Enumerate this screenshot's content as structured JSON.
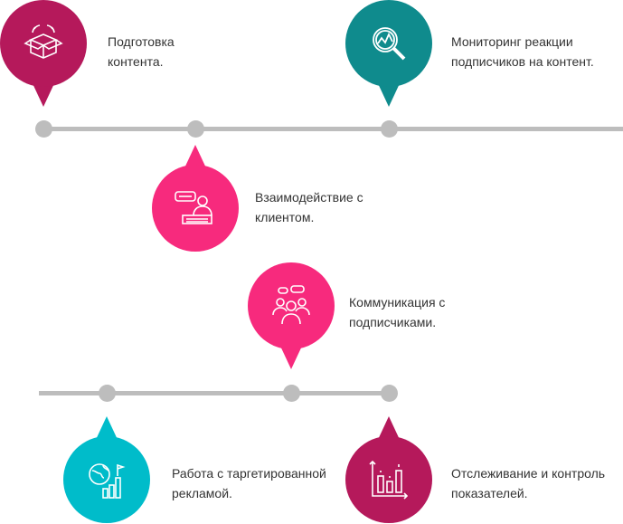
{
  "colors": {
    "magenta": "#b5195b",
    "teal": "#0f8b8d",
    "pink": "#f72a7d",
    "cyan": "#00bcca",
    "line": "#bdbdbd"
  },
  "steps": [
    {
      "text_line1": "Подготовка",
      "text_line2": "контента.",
      "icon": "open-box-icon"
    },
    {
      "text_line1": "Мониторинг реакции",
      "text_line2": "подписчиков на контент.",
      "icon": "magnifier-chart-icon"
    },
    {
      "text_line1": "Взаимодействие с",
      "text_line2": "клиентом.",
      "icon": "support-operator-icon"
    },
    {
      "text_line1": "Коммуникация с",
      "text_line2": "подписчиками.",
      "icon": "group-chat-icon"
    },
    {
      "text_line1": "Работа с таргетированной",
      "text_line2": "рекламой.",
      "icon": "globe-growth-icon"
    },
    {
      "text_line1": "Отслеживание и контроль",
      "text_line2": "показателей.",
      "icon": "bar-chart-icon"
    }
  ]
}
